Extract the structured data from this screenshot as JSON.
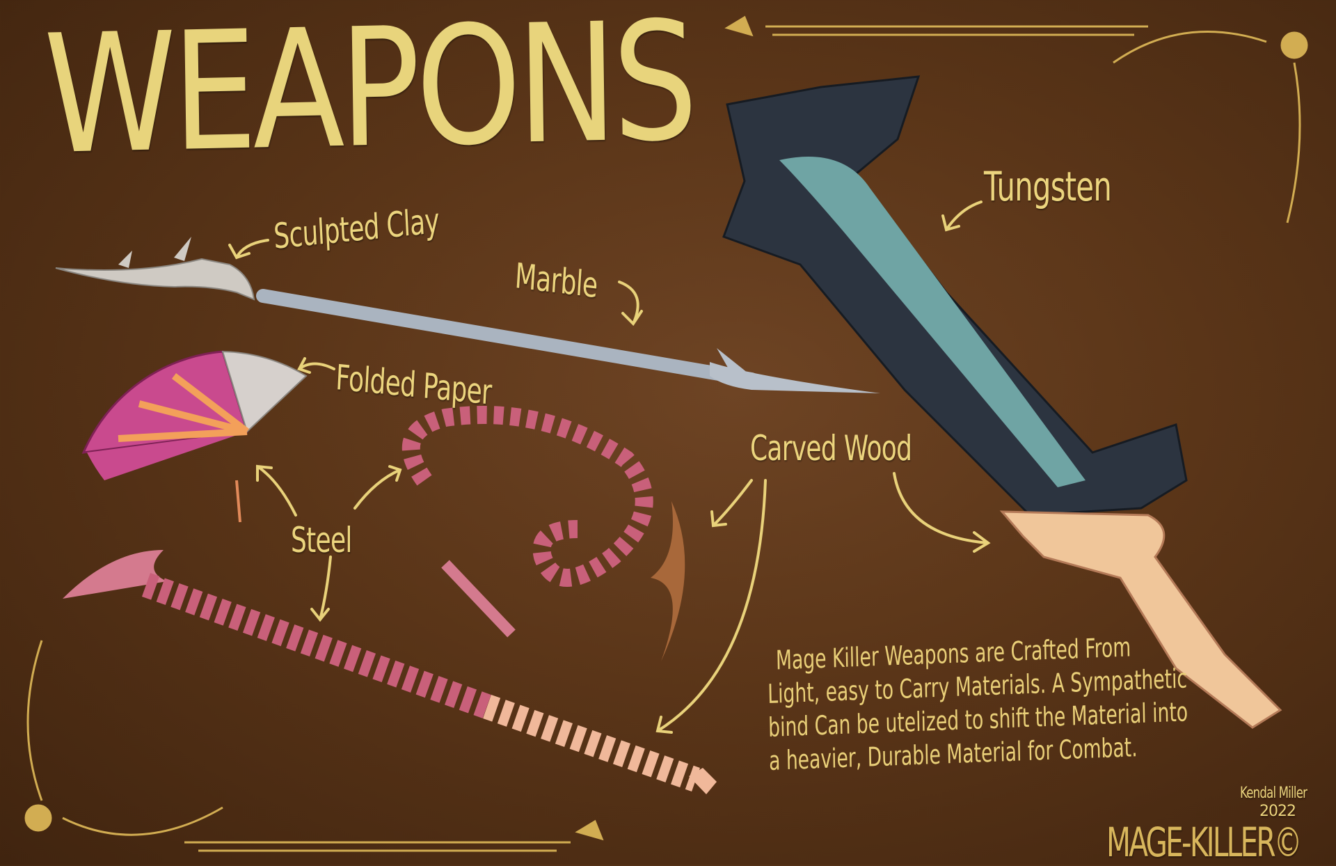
{
  "title": "WEAPONS",
  "labels": {
    "sculpted_clay": "Sculpted Clay",
    "marble": "Marble",
    "folded_paper": "Folded Paper",
    "steel": "Steel",
    "carved_wood": "Carved Wood",
    "tungsten": "Tungsten"
  },
  "description": [
    "Mage Killer Weapons are Crafted From",
    "Light, easy to Carry Materials. A Sympathetic",
    "bind Can be utelized to shift the Material into",
    "a heavier, Durable Material for Combat."
  ],
  "signature": {
    "artist": "Kendal Miller",
    "year": "2022",
    "logo": "MAGE-KILLER©"
  },
  "colors": {
    "background": "#5a3518",
    "lettering": "#e9d27a",
    "pink": "#d0588a",
    "tungsten": "#2c3440",
    "teal": "#6fa4a4",
    "wood": "#f0c69a"
  }
}
